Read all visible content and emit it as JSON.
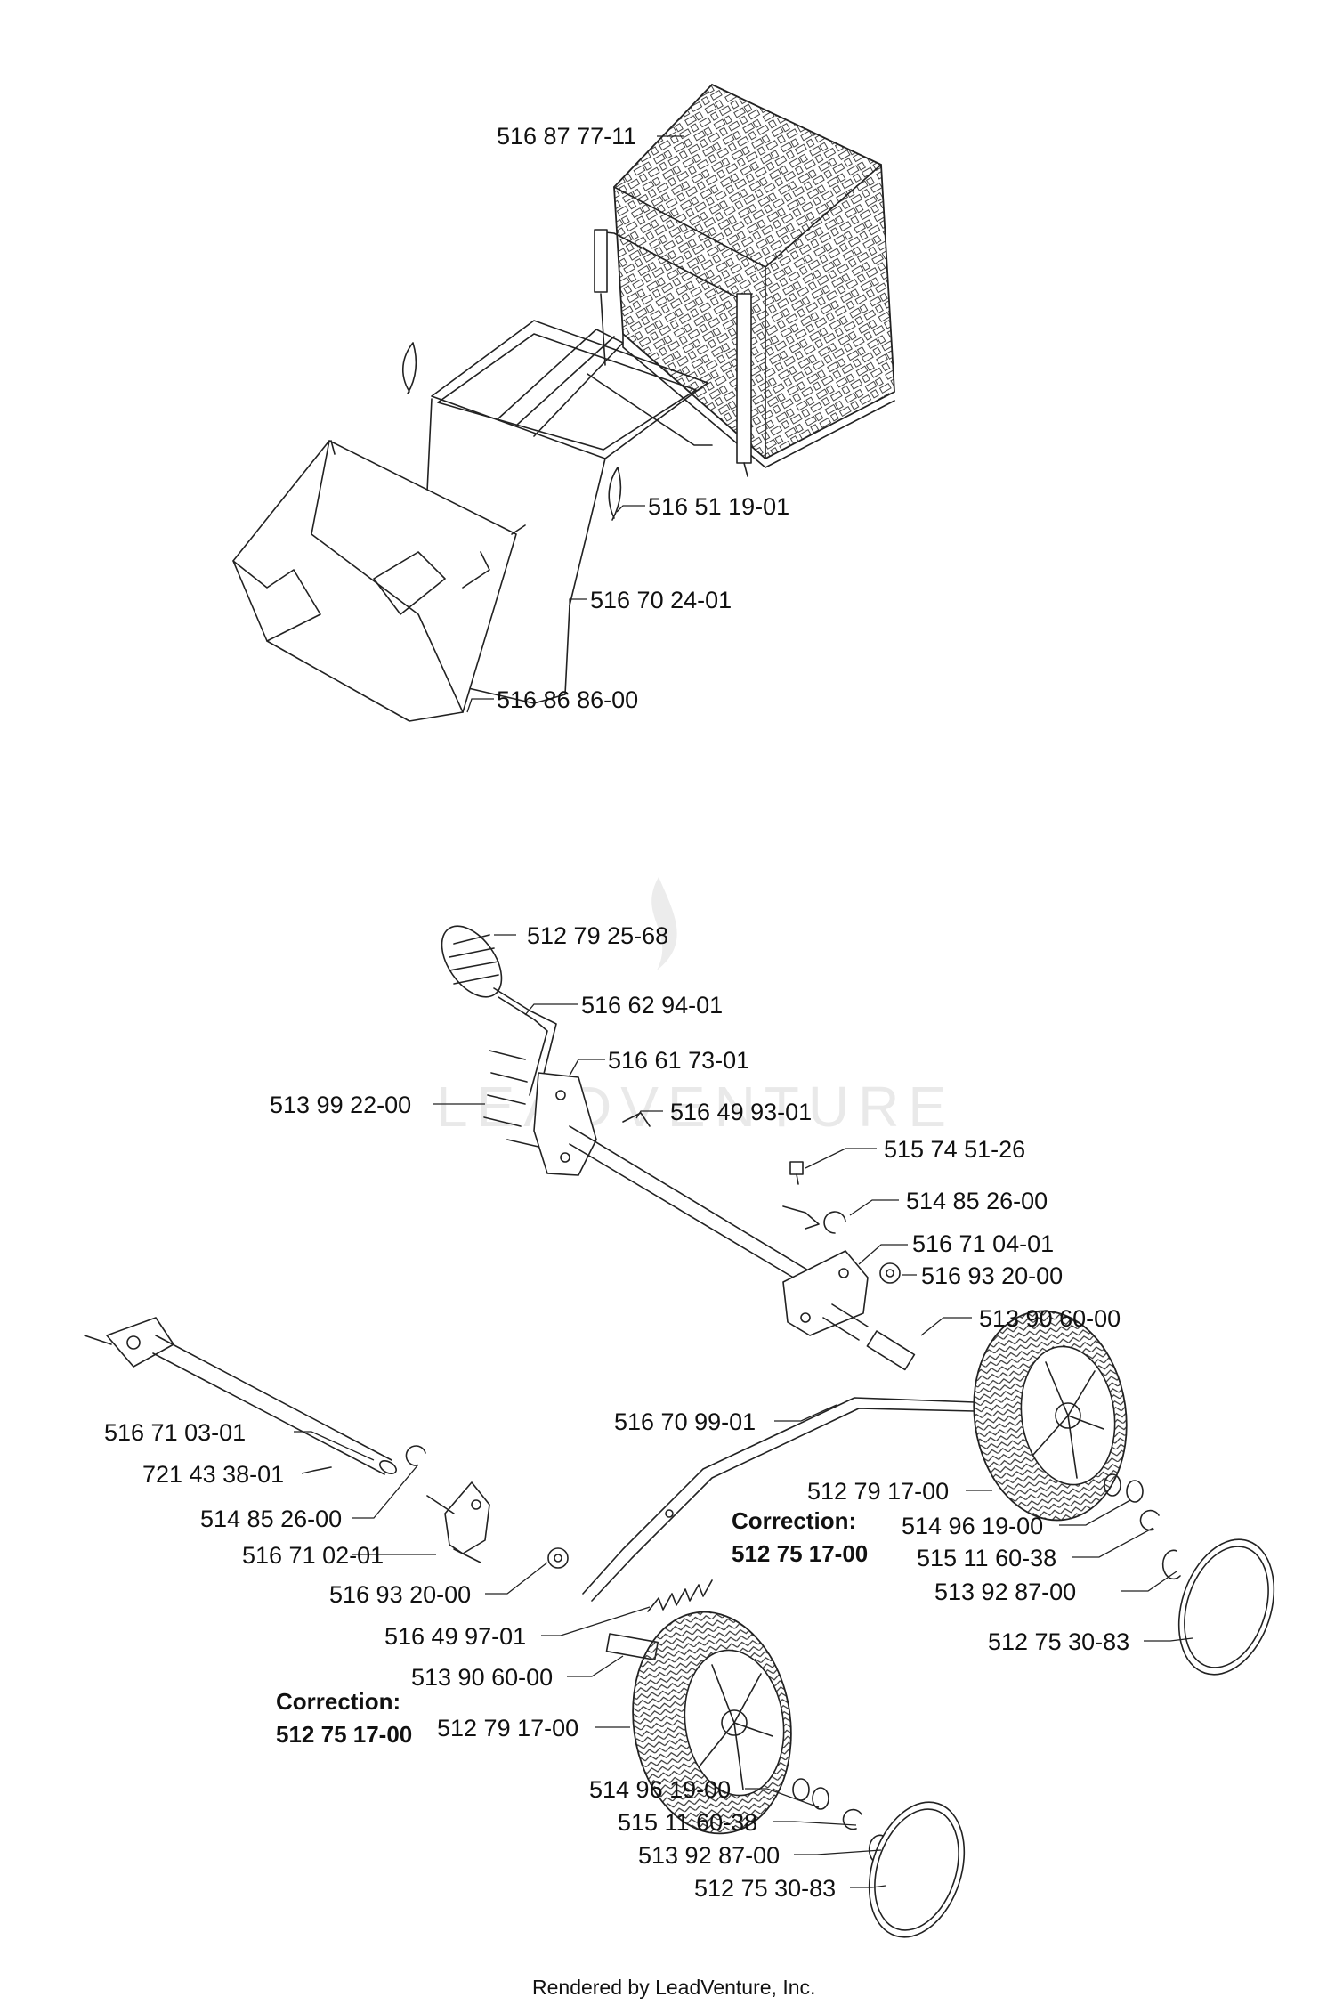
{
  "labels": {
    "bag": "516 87 77-11",
    "pin_top": "516 51 19-01",
    "frame": "516 70 24-01",
    "deflector": "516 86 86-00",
    "grip": "512 79 25-68",
    "lever": "516 62 94-01",
    "lever_plate": "516 61 73-01",
    "screws": "513 99 22-00",
    "clip_top": "516 49 93-01",
    "knob": "515 74 51-26",
    "ring_top": "514 85 26-00",
    "plate_right": "516 71 04-01",
    "washer_top": "516 93 20-00",
    "axle_pin_top": "513 90 60-00",
    "axle_left": "516 71 03-01",
    "pin_small": "721 43 38-01",
    "ring_left": "514 85 26-00",
    "plate_left": "516 71 02-01",
    "washer_left": "516 93 20-00",
    "rod": "516 70 99-01",
    "spring": "516 49 97-01",
    "axle_pin_bottom": "513 90 60-00",
    "wheel_right": "512 79 17-00",
    "washers_right": "514 96 19-00",
    "clip_right": "515 11 60-38",
    "cap_right": "513 92 87-00",
    "hubcap_right": "512 75 30-83",
    "wheel_left": "512 79 17-00",
    "washers_left": "514 96 19-00",
    "clip_left": "515 11 60-38",
    "cap_left": "513 92 87-00",
    "hubcap_left": "512 75 30-83"
  },
  "corrections": {
    "right": {
      "title": "Correction:",
      "part": "512 75 17-00"
    },
    "left": {
      "title": "Correction:",
      "part": "512 75 17-00"
    }
  },
  "watermark": "LEADVENTURE",
  "footer": "Rendered by LeadVenture, Inc."
}
